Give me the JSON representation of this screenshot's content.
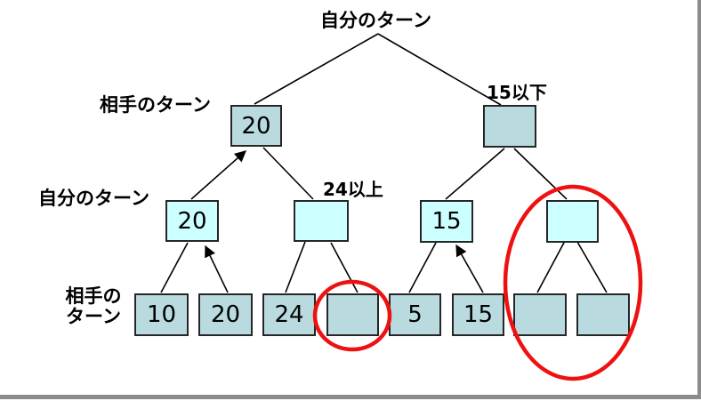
{
  "diagram": {
    "title_root_label": "自分のターン",
    "row_labels": {
      "level1": "相手のターン",
      "level2": "自分のターン",
      "leaf_line1": "相手の",
      "leaf_line2": "ターン"
    },
    "annotations": {
      "right_branch_bound": "15以下",
      "mid_branch_bound": "24以上"
    },
    "nodes": {
      "l1_left": "20",
      "l1_right": "",
      "l2_a": "20",
      "l2_b": "",
      "l2_c": "15",
      "l2_d": "",
      "leaf1": "10",
      "leaf2": "20",
      "leaf3": "24",
      "leaf4": "",
      "leaf5": "5",
      "leaf6": "15",
      "leaf7": "",
      "leaf8": ""
    },
    "colors": {
      "node_fill": "#b9dbe0",
      "node_fill_light": "#ccffff",
      "node_border": "#262626",
      "line": "#000000",
      "highlight": "#ee1111",
      "frame": "#8c8c8c"
    }
  }
}
